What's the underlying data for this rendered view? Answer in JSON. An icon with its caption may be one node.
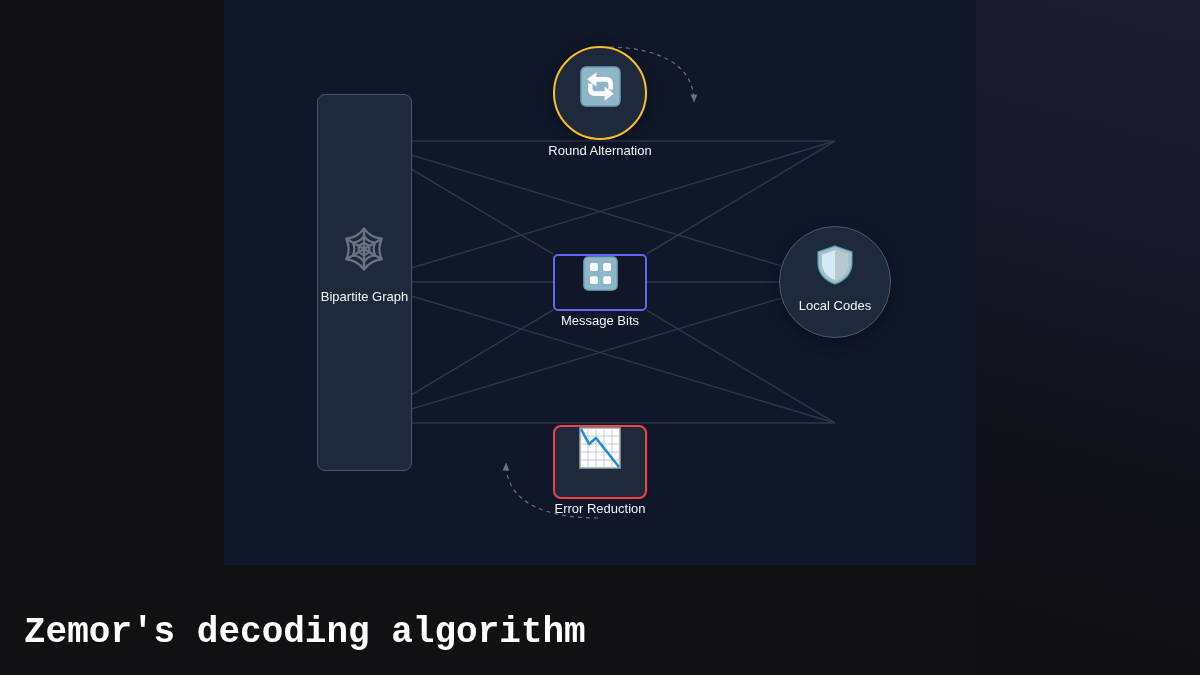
{
  "diagram": {
    "title": "Zemor's decoding algorithm",
    "nodes": [
      {
        "text": [
          "Bipartite Graph"
        ]
      },
      {
        "text": [
          "Round Alternation"
        ]
      },
      {
        "text": [
          "Message Bits"
        ]
      },
      {
        "text": [
          "Error Reduction"
        ]
      },
      {
        "text": [
          "Local Codes"
        ]
      }
    ],
    "edges": [
      {
        "from": 0,
        "to": null,
        "arrow": "none"
      },
      {
        "from": 0,
        "to": 4,
        "arrow": "none"
      },
      {
        "from": 0,
        "to": 2,
        "arrow": "none"
      },
      {
        "from": 2,
        "to": null,
        "arrow": "none"
      },
      {
        "from": 0,
        "to": null,
        "arrow": "none"
      },
      {
        "from": 0,
        "to": 2,
        "arrow": "none"
      },
      {
        "from": 2,
        "to": 4,
        "arrow": "none"
      },
      {
        "from": 0,
        "to": null,
        "arrow": "none"
      },
      {
        "from": 0,
        "to": 2,
        "arrow": "none"
      },
      {
        "from": 2,
        "to": null,
        "arrow": "none"
      },
      {
        "from": 0,
        "to": 4,
        "arrow": "none"
      },
      {
        "from": 0,
        "to": null,
        "arrow": "none"
      },
      {
        "from": 1,
        "to": null,
        "arrow": "to",
        "style": "dashed",
        "color": "#64748b"
      },
      {
        "from": 3,
        "to": null,
        "arrow": "to",
        "style": "dashed",
        "color": "#64748b"
      }
    ]
  }
}
